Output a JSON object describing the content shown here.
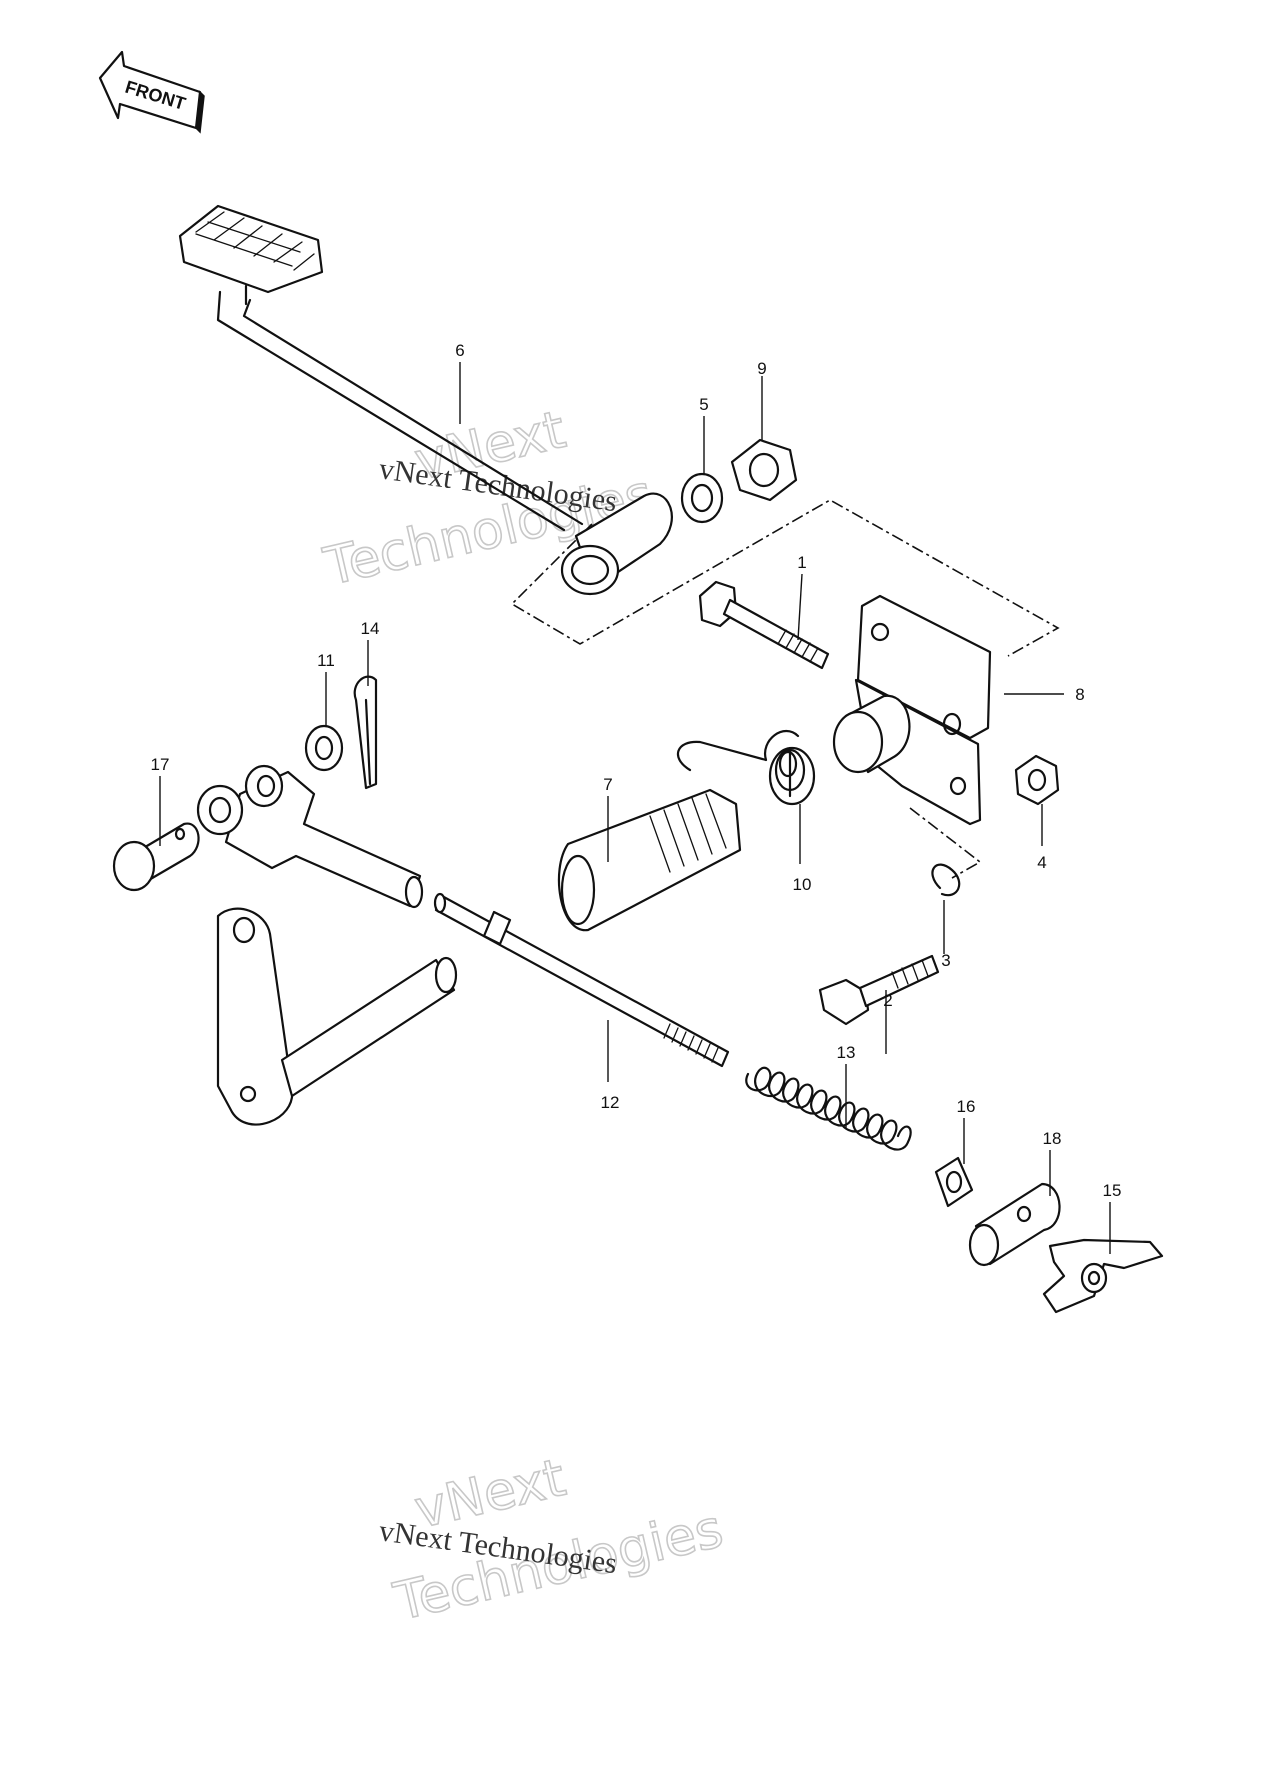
{
  "front_label": "FRONT",
  "watermark": {
    "line1": "vNext",
    "line2": "Technologies",
    "caption": "vNext Technologies"
  },
  "callouts": [
    {
      "id": "1",
      "part": "bolt"
    },
    {
      "id": "2",
      "part": "bolt"
    },
    {
      "id": "3",
      "part": "lock-washer"
    },
    {
      "id": "4",
      "part": "nut"
    },
    {
      "id": "5",
      "part": "washer"
    },
    {
      "id": "6",
      "part": "brake-pedal"
    },
    {
      "id": "7",
      "part": "pedal-shaft"
    },
    {
      "id": "8",
      "part": "pedal-bracket"
    },
    {
      "id": "9",
      "part": "cap-nut"
    },
    {
      "id": "10",
      "part": "return-spring"
    },
    {
      "id": "11",
      "part": "washer"
    },
    {
      "id": "12",
      "part": "brake-rod"
    },
    {
      "id": "13",
      "part": "rod-spring"
    },
    {
      "id": "14",
      "part": "cotter-pin"
    },
    {
      "id": "15",
      "part": "wing-nut"
    },
    {
      "id": "16",
      "part": "washer"
    },
    {
      "id": "17",
      "part": "clevis-pin"
    },
    {
      "id": "18",
      "part": "rod-joint"
    }
  ]
}
